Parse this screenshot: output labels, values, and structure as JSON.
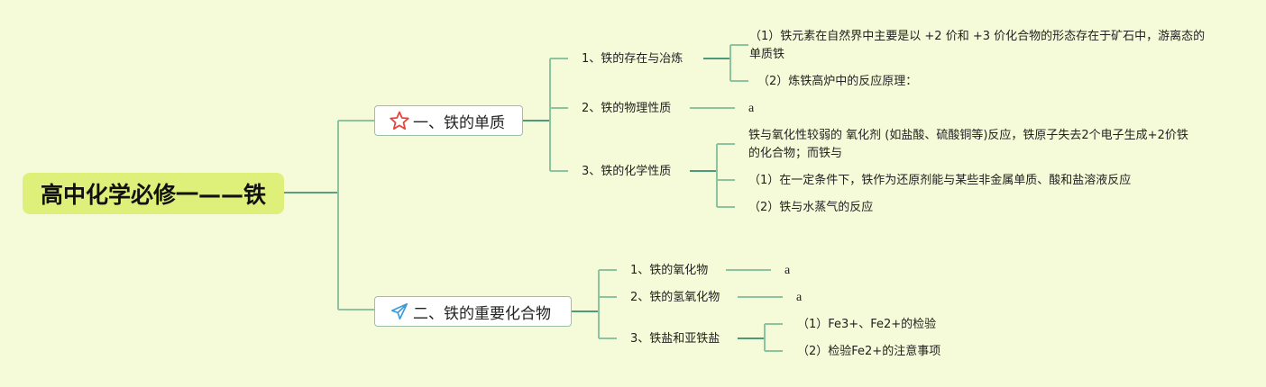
{
  "root": {
    "title": "高中化学必修一——铁"
  },
  "branches": [
    {
      "label": "一、铁的单质",
      "icon": "star-icon",
      "icon_color": "#e8453c",
      "children": [
        {
          "label": "1、铁的存在与冶炼",
          "children": [
            "（1）铁元素在自然界中主要是以 +2 价和 +3 价化合物的形态存在于矿石中，游离态的 单质铁",
            "（2）炼铁高炉中的反应原理："
          ]
        },
        {
          "label": "2、铁的物理性质",
          "children": [
            "a"
          ]
        },
        {
          "label": "3、铁的化学性质",
          "children": [
            "铁与氧化性较弱的 氧化剂 (如盐酸、硫酸铜等)反应，铁原子失去2个电子生成+2价铁的化合物；而铁与",
            "（1）在一定条件下，铁作为还原剂能与某些非金属单质、酸和盐溶液反应",
            "（2）铁与水蒸气的反应"
          ]
        }
      ]
    },
    {
      "label": "二、铁的重要化合物",
      "icon": "send-icon",
      "icon_color": "#3a9ad9",
      "children": [
        {
          "label": "1、铁的氧化物",
          "children": [
            "a"
          ]
        },
        {
          "label": "2、铁的氢氧化物",
          "children": [
            "a"
          ]
        },
        {
          "label": "3、铁盐和亚铁盐",
          "children": [
            "（1）Fe3+、Fe2+的检验",
            "（2）检验Fe2+的注意事项"
          ]
        }
      ]
    }
  ],
  "colors": {
    "background": "#f5fbd8",
    "root_fill": "#def07a",
    "line_dark": "#4e9a78",
    "line_light": "#8cc4a2"
  }
}
